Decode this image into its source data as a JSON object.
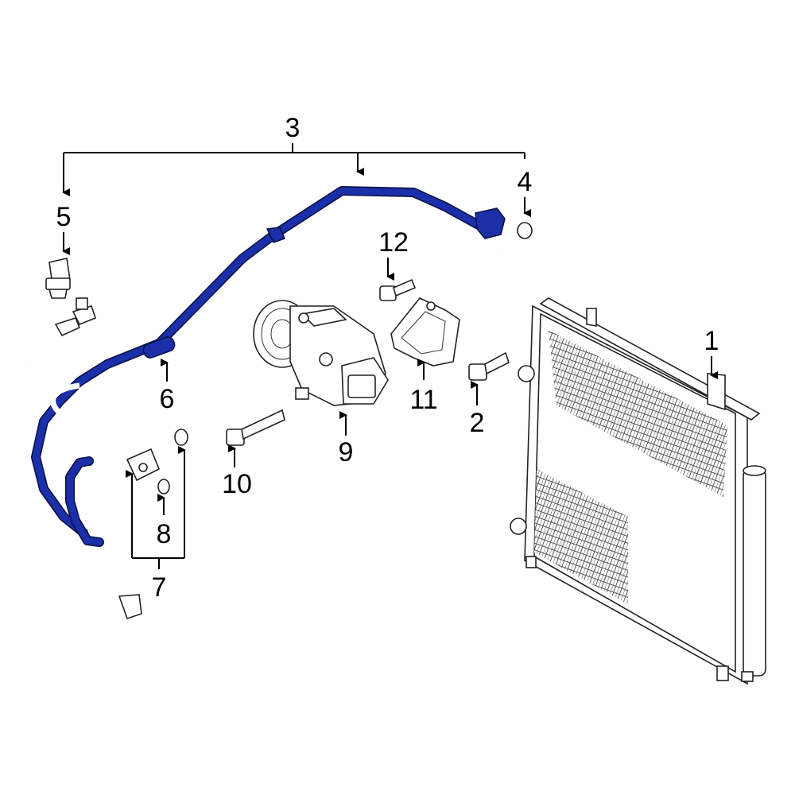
{
  "diagram": {
    "callouts": {
      "c1": "1",
      "c2": "2",
      "c3": "3",
      "c4": "4",
      "c5": "5",
      "c6": "6",
      "c7": "7",
      "c8": "8",
      "c9": "9",
      "c10": "10",
      "c11": "11",
      "c12": "12"
    },
    "colors": {
      "highlight": "#1a2fa8",
      "line": "#000000",
      "background": "#ffffff"
    }
  }
}
